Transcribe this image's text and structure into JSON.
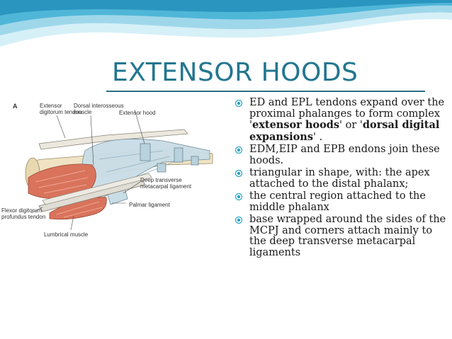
{
  "slide": {
    "title": "EXTENSOR HOODS",
    "bullets": [
      {
        "parts": [
          {
            "text": "ED and EPL tendons  expand over the proximal phalanges to form complex '",
            "bold": false
          },
          {
            "text": "extensor hoods",
            "bold": true
          },
          {
            "text": "' or '",
            "bold": false
          },
          {
            "text": "dorsal digital expansions",
            "bold": true
          },
          {
            "text": "' .",
            "bold": false
          }
        ]
      },
      {
        "parts": [
          {
            "text": "EDM,EIP and EPB endons  join these hoods.",
            "bold": false
          }
        ]
      },
      {
        "parts": [
          {
            "text": "triangular in shape, with: the apex attached to the distal phalanx;",
            "bold": false
          }
        ]
      },
      {
        "parts": [
          {
            "text": "the central region attached to the middle phalanx",
            "bold": false
          }
        ]
      },
      {
        "parts": [
          {
            "text": " base wrapped around the sides of the MCPJ and corners attach mainly to the deep transverse metacarpal ligaments",
            "bold": false
          }
        ]
      }
    ]
  },
  "figure": {
    "panel_letter": "A",
    "labels": {
      "extensor_digitorum_tendon": "Extensor\ndigitorum tendon",
      "dorsal_interosseous": "Dorsal interosseous\nmuscle",
      "extensor_hood": "Extensor hood",
      "deep_transverse": "Deep transverse\nmetacarpal ligament",
      "palmar_ligament": "Palmar ligament",
      "flexor_digitorum": "Flexor digitorum\nprofundus tendon",
      "lumbrical": "Lumbrical muscle"
    }
  },
  "colors": {
    "title": "#23768f",
    "bullet": "#2aa3c4",
    "wave_light": "#bfe6f3",
    "wave_dark": "#3aa9cc",
    "muscle": "#d9735c",
    "tendon": "#e8e4da",
    "hood": "#c9dde6",
    "bone": "#efe3c4"
  }
}
